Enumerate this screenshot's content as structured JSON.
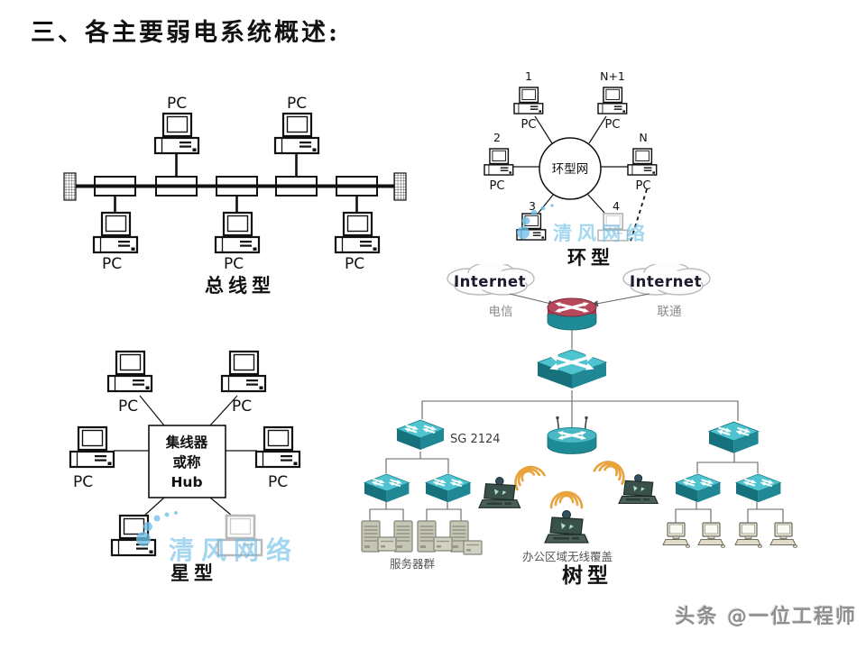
{
  "slide": {
    "title": "三、各主要弱电系统概述:"
  },
  "bus": {
    "caption": "总线型",
    "pc_top": [
      "PC",
      "PC"
    ],
    "pc_bottom": [
      "PC",
      "PC",
      "PC"
    ]
  },
  "ring": {
    "caption": "环型",
    "hub_label": "环型网",
    "node_numbers": [
      "1",
      "N+1",
      "2",
      "N",
      "3",
      "4"
    ],
    "pc_labels": [
      "PC",
      "PC",
      "PC",
      "PC"
    ]
  },
  "star": {
    "caption": "星型",
    "hub_lines": [
      "集线器",
      "或称",
      "Hub"
    ],
    "pc_labels": [
      "PC",
      "PC",
      "PC",
      "PC"
    ]
  },
  "tree": {
    "caption": "树型",
    "internet_left": "Internet",
    "internet_right": "Internet",
    "isp_left": "电信",
    "isp_right": "联通",
    "switch_model": "SG 2124",
    "servers_label": "服务器群",
    "wireless_label": "办公区域无线覆盖"
  },
  "watermarks": {
    "vendor_logo": "清风网络",
    "credit": "头条 @一位工程师"
  },
  "colors": {
    "switch_teal_top": "#4fc3cf",
    "switch_teal_side": "#17717c",
    "router_red": "#b5485a",
    "router_teal": "#1d8a96",
    "wifi_orange": "#e8a33d",
    "vendor_blue": "#6fbfe8",
    "isp_gray": "#8a8a8a"
  }
}
